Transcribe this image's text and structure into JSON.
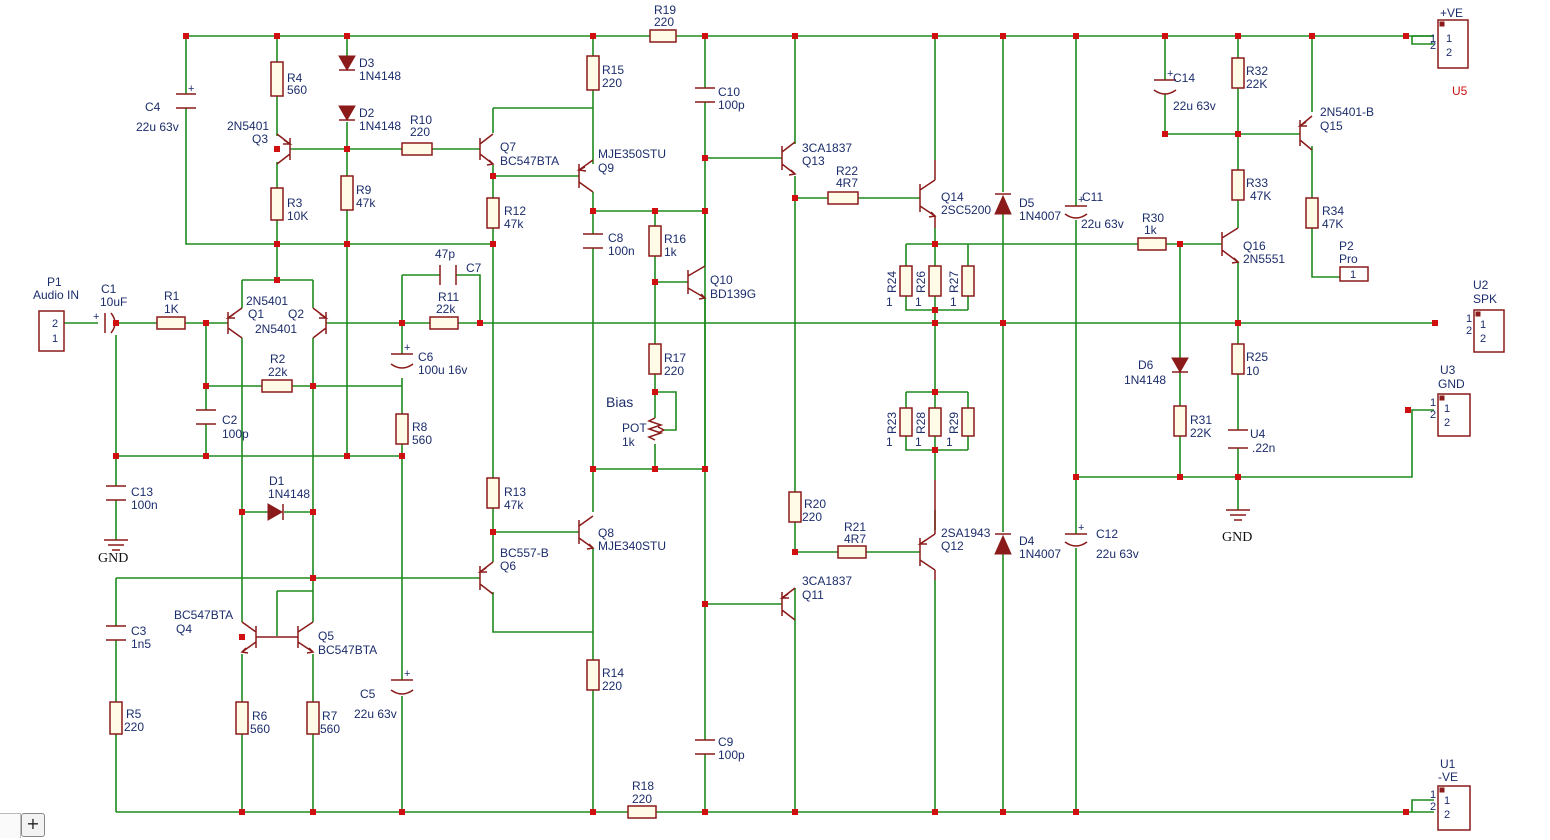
{
  "labels": {
    "R19": "R19",
    "R19_v": "220",
    "R15": "R15",
    "R15_v": "220",
    "R4": "R4",
    "R4_v": "560",
    "R3": "R3",
    "R3_v": "10K",
    "R9": "R9",
    "R9_v": "47k",
    "R10": "R10",
    "R10_v": "220",
    "R12": "R12",
    "R12_v": "47k",
    "R16": "R16",
    "R16_v": "1k",
    "R17": "R17",
    "R17_v": "220",
    "R13": "R13",
    "R13_v": "47k",
    "R14": "R14",
    "R14_v": "220",
    "R18": "R18",
    "R18_v": "220",
    "R1": "R1",
    "R1_v": "1K",
    "R2": "R2",
    "R2_v": "22k",
    "R11": "R11",
    "R11_v": "22k",
    "R8": "R8",
    "R8_v": "560",
    "R5": "R5",
    "R5_v": "220",
    "R6": "R6",
    "R6_v": "560",
    "R7": "R7",
    "R7_v": "560",
    "R20": "R20",
    "R20_v": "220",
    "R21": "R21",
    "R21_v": "4R7",
    "R22": "R22",
    "R22_v": "4R7",
    "R24": "R24",
    "R26": "R26",
    "R27": "R27",
    "R23": "R23",
    "R28": "R28",
    "R29": "R29",
    "one": "1",
    "R30": "R30",
    "R30_v": "1k",
    "R31": "R31",
    "R31_v": "22K",
    "R25": "R25",
    "R25_v": "10",
    "R32": "R32",
    "R32_v": "22K",
    "R33": "R33",
    "R33_v": "47K",
    "R34": "R34",
    "R34_v": "47K",
    "C1": "C1",
    "C1_v": "10uF",
    "C2": "C2",
    "C2_v": "100p",
    "C3": "C3",
    "C3_v": "1n5",
    "C4": "C4",
    "C4_v": "22u 63v",
    "C5": "C5",
    "C5_v": "22u 63v",
    "C6": "C6",
    "C6_v": "100u 16v",
    "C7": "C7",
    "C7_v": "47p",
    "C8": "C8",
    "C8_v": "100n",
    "C9": "C9",
    "C9_v": "100p",
    "C10": "C10",
    "C10_v": "100p",
    "C11": "C11",
    "C11_v": "22u 63v",
    "C12": "C12",
    "C12_v": "22u 63v",
    "C13": "C13",
    "C13_v": "100n",
    "C14": "C14",
    "C14_v": "22u 63v",
    "U4": "U4",
    "U4_v": ".22n",
    "D1": "D1",
    "D1_v": "1N4148",
    "D2": "D2",
    "D2_v": "1N4148",
    "D3": "D3",
    "D3_v": "1N4148",
    "D4": "D4",
    "D4_v": "1N4007",
    "D5": "D5",
    "D5_v": "1N4007",
    "D6": "D6",
    "D6_v": "1N4148",
    "Q1": "Q1",
    "Q1_v": "2N5401",
    "Q2": "Q2",
    "Q2_v": "2N5401",
    "Q3": "Q3",
    "Q3_v": "2N5401",
    "Q4": "Q4",
    "Q4_v": "BC547BTA",
    "Q5": "Q5",
    "Q5_v": "BC547BTA",
    "Q6": "Q6",
    "Q6_v": "BC557-B",
    "Q7": "Q7",
    "Q7_v": "BC547BTA",
    "Q8": "Q8",
    "Q8_v": "MJE340STU",
    "Q9": "Q9",
    "Q9_v": "MJE350STU",
    "Q10": "Q10",
    "Q10_v": "BD139G",
    "Q11": "Q11",
    "Q11_v": "3CA1837",
    "Q12": "Q12",
    "Q12_v": "2SA1943",
    "Q13": "Q13",
    "Q13_v": "3CA1837",
    "Q14": "Q14",
    "Q14_v": "2SC5200",
    "Q15": "Q15",
    "Q15_v": "2N5401-B",
    "Q16": "Q16",
    "Q16_v": "2N5551",
    "POT": "POT",
    "POT_v": "1k",
    "bias": "Bias",
    "P1": "P1",
    "P1_v": "Audio IN",
    "P2": "P2",
    "P2_v": "Pro",
    "U1": "U1",
    "U1_v": "-VE",
    "U2": "U2",
    "U2_v": "SPK",
    "U3": "U3",
    "U3_v": "GND",
    "U5": "U5",
    "U5_v": "+VE",
    "gnd": "GND",
    "pin1": "1",
    "pin2": "2"
  },
  "controls": {
    "zoom_in": "+"
  }
}
